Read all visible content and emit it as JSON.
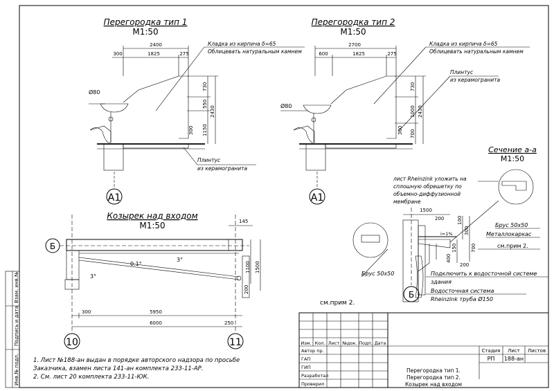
{
  "partition1": {
    "title": "Перегородка тип 1",
    "scale": "М1:50",
    "dims_top": [
      "2400",
      "300",
      "1825",
      "275"
    ],
    "dims_side": [
      "730",
      "550",
      "1150",
      "2430",
      "300"
    ],
    "diameter": "Ø80",
    "note_brick": "Кладка из кирпича δ=65",
    "note_stone": "Облицевать натуральным камнем",
    "note_plinth_1": "Плинтус",
    "note_plinth_2": "из керамогранита",
    "axis": "А1"
  },
  "partition2": {
    "title": "Перегородка тип 2",
    "scale": "М1:50",
    "dims_top": [
      "2700",
      "600",
      "1825",
      "275"
    ],
    "dims_side": [
      "730",
      "1000",
      "2430",
      "700",
      "300"
    ],
    "diameter": "Ø80",
    "note_brick": "Кладка из кирпича δ=65",
    "note_stone": "Облицевать натуральным камнем",
    "note_plinth_1": "Плинтус",
    "note_plinth_2": "из керамогранита",
    "axis": "А1"
  },
  "canopy": {
    "title": "Козырек над входом",
    "scale": "М1:50",
    "axis_b": "Б",
    "axis_10": "10",
    "axis_11": "11",
    "dim_145": "145",
    "dims_bottom": [
      "300",
      "5950",
      "6000",
      "250"
    ],
    "dims_right": [
      "1100",
      "1500",
      "200"
    ],
    "slope_1": "0.1°",
    "slope_2": "3°",
    "slope_3": "3°",
    "see_note": "см.прим 2."
  },
  "section": {
    "title": "Сечение а-а",
    "scale": "М1:50",
    "note_rheinzink": [
      "лист Rheinzink уложить на",
      "сплошную обрешетку по",
      "объемно-диффузионной",
      "мембране"
    ],
    "dims": [
      "1500",
      "200",
      "100",
      "300",
      "150",
      "700",
      "400",
      "200"
    ],
    "slope": "i=1%",
    "beam_right": "Брус 50х50",
    "frame": "Металлокаркас",
    "see_note": "см.прим 2.",
    "beam_left": "Брус 50х50",
    "drain_1": "Подключить к водосточной системе",
    "drain_2": "здания",
    "drain_3": "Водосточная система",
    "drain_4": "Rheinzink труба Ø150",
    "axis": "Б"
  },
  "notes": [
    "1. Лист №188-ан выдан в порядке авторского надзора по просьбе",
    "Заказчика, взамен листа 141-ан комплекта 233-11-АР.",
    "2. См. лист 20 комплекта 233-11-ЮК."
  ],
  "side_stamp": [
    "Взам. инв.№",
    "Подпись и дата",
    "Инв.№ подл."
  ],
  "title_block": {
    "headers": [
      "Изм.",
      "Кол.",
      "Лист",
      "№док.",
      "Подп.",
      "Дата"
    ],
    "roles": [
      "Автор пр.",
      "ГАП",
      "ГИП",
      "Разработал",
      "Проверил"
    ],
    "stage_headers": [
      "Стадия",
      "Лист",
      "Листов"
    ],
    "stage_values": [
      "РП",
      "188-ан",
      ""
    ],
    "sheet_title": [
      "Перегородка тип 1.",
      "Перегородка тип 2.",
      "Козырек над входом"
    ]
  }
}
